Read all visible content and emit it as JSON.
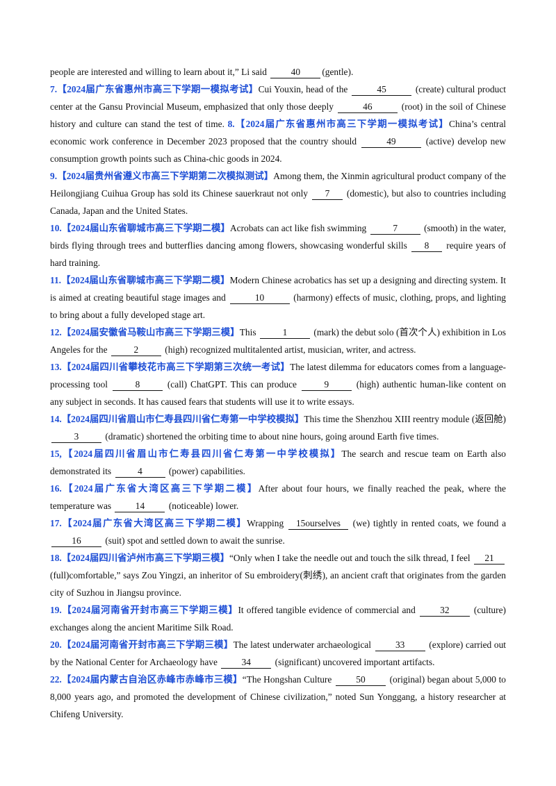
{
  "items": [
    {
      "parts": [
        {
          "t": "text",
          "v": "people are interested and willing to learn about it,” Li said "
        },
        {
          "t": "blank",
          "v": "40",
          "w": "w-m"
        },
        {
          "t": "text",
          "v": "(gentle)."
        }
      ]
    },
    {
      "parts": [
        {
          "t": "num",
          "v": "7."
        },
        {
          "t": "src",
          "v": "【2024届广东省惠州市高三下学期一模拟考试】"
        },
        {
          "t": "text",
          "v": "Cui Youxin, head of the "
        },
        {
          "t": "blank",
          "v": "45",
          "w": "w-l"
        },
        {
          "t": "text",
          "v": " (create) cultural product center at the Gansu Provincial Museum, emphasized that only those deeply "
        },
        {
          "t": "blank",
          "v": "46",
          "w": "w-l"
        },
        {
          "t": "text",
          "v": " (root) in the soil of Chinese history and culture can stand the test of time. "
        },
        {
          "t": "num",
          "v": "8."
        },
        {
          "t": "src",
          "v": "【2024届广东省惠州市高三下学期一模拟考试】"
        },
        {
          "t": "text",
          "v": "China’s central economic work conference in December 2023 proposed that the country should "
        },
        {
          "t": "blank",
          "v": "49",
          "w": "w-l"
        },
        {
          "t": "text",
          "v": " (active) develop new consumption growth points such as China-chic goods in 2024."
        }
      ]
    },
    {
      "parts": [
        {
          "t": "num",
          "v": "9."
        },
        {
          "t": "src",
          "v": "【2024届贵州省遵义市高三下学期第二次模拟测试】"
        },
        {
          "t": "text",
          "v": "Among them, the Xinmin agricultural product company of the Heilongjiang Cuihua Group has sold its Chinese sauerkraut not only "
        },
        {
          "t": "blank",
          "v": "7",
          "w": "w-s"
        },
        {
          "t": "text",
          "v": " (domestic), but also to countries including Canada, Japan and the United States."
        }
      ]
    },
    {
      "parts": [
        {
          "t": "num",
          "v": "10."
        },
        {
          "t": "src",
          "v": "【2024届山东省聊城市高三下学期二模】"
        },
        {
          "t": "text",
          "v": "Acrobats can act like fish swimming "
        },
        {
          "t": "blank",
          "v": "7",
          "w": "w-m"
        },
        {
          "t": "text",
          "v": " (smooth) in the water, birds flying through trees and butterflies dancing among flowers, showcasing wonderful skills "
        },
        {
          "t": "blank",
          "v": "8",
          "w": "w-s"
        },
        {
          "t": "text",
          "v": " require years of hard training."
        }
      ]
    },
    {
      "parts": [
        {
          "t": "num",
          "v": "11."
        },
        {
          "t": "src",
          "v": "【2024届山东省聊城市高三下学期二模】"
        },
        {
          "t": "text",
          "v": "Modern Chinese acrobatics has set up a designing and directing system. It is aimed at creating beautiful stage images and "
        },
        {
          "t": "blank",
          "v": "10",
          "w": "w-l"
        },
        {
          "t": "text",
          "v": " (harmony) effects of music, clothing, props, and lighting to bring about a fully developed stage art."
        }
      ]
    },
    {
      "parts": [
        {
          "t": "num",
          "v": "12."
        },
        {
          "t": "src",
          "v": "【2024届安徽省马鞍山市高三下学期三模】"
        },
        {
          "t": "text",
          "v": "This "
        },
        {
          "t": "blank",
          "v": "1",
          "w": "w-m"
        },
        {
          "t": "text",
          "v": " (mark) the debut solo (首次个人) exhibition in Los Angeles for the "
        },
        {
          "t": "blank",
          "v": "2",
          "w": "w-m"
        },
        {
          "t": "text",
          "v": " (high) recognized multitalented artist, musician, writer, and actress."
        }
      ]
    },
    {
      "parts": [
        {
          "t": "num",
          "v": "13."
        },
        {
          "t": "src",
          "v": "【2024届四川省攀枝花市高三下学期第三次统一考试】"
        },
        {
          "t": "text",
          "v": "The latest dilemma for educators comes from a language-processing tool "
        },
        {
          "t": "blank",
          "v": "8",
          "w": "w-m"
        },
        {
          "t": "text",
          "v": " (call) ChatGPT. This can produce "
        },
        {
          "t": "blank",
          "v": "9",
          "w": "w-m"
        },
        {
          "t": "text",
          "v": " (high) authentic human-like content on any subject in seconds. It has caused fears that students will use it to write essays."
        }
      ]
    },
    {
      "parts": [
        {
          "t": "num",
          "v": "14."
        },
        {
          "t": "src",
          "v": "【2024届四川省眉山市仁寿县四川省仁寿第一中学校模拟】"
        },
        {
          "t": "text",
          "v": "This time the Shenzhou XIII reentry module (返回舱) "
        },
        {
          "t": "blank",
          "v": "3",
          "w": "w-m"
        },
        {
          "t": "text",
          "v": " (dramatic) shortened the orbiting time to about nine hours, going around Earth five times."
        }
      ]
    },
    {
      "parts": [
        {
          "t": "num",
          "v": "15,"
        },
        {
          "t": "src",
          "v": "【2024届四川省眉山市仁寿县四川省仁寿第一中学校模拟】"
        },
        {
          "t": "text",
          "v": "The search and rescue team on Earth also demonstrated its "
        },
        {
          "t": "blank",
          "v": "4",
          "w": "w-m"
        },
        {
          "t": "text",
          "v": " (power) capabilities."
        }
      ]
    },
    {
      "parts": [
        {
          "t": "num",
          "v": "16."
        },
        {
          "t": "src",
          "v": "【2024届广东省大湾区高三下学期二模】"
        },
        {
          "t": "text",
          "v": "After about four hours, we finally reached the peak, where the temperature was "
        },
        {
          "t": "blank",
          "v": "14",
          "w": "w-m"
        },
        {
          "t": "text",
          "v": " (noticeable) lower."
        }
      ]
    },
    {
      "parts": [
        {
          "t": "num",
          "v": "17."
        },
        {
          "t": "src",
          "v": "【2024届广东省大湾区高三下学期二模】"
        },
        {
          "t": "text",
          "v": "Wrapping "
        },
        {
          "t": "blank",
          "v": "15ourselves",
          "w": "w-l"
        },
        {
          "t": "text",
          "v": " (we) tightly in rented coats, we found a "
        },
        {
          "t": "blank",
          "v": "16",
          "w": "w-m"
        },
        {
          "t": "text",
          "v": " (suit) spot and settled down to await the sunrise."
        }
      ]
    },
    {
      "parts": [
        {
          "t": "num",
          "v": "18."
        },
        {
          "t": "src",
          "v": "【2024届四川省泸州市高三下学期三模】"
        },
        {
          "t": "text",
          "v": "“Only when I take the needle out and touch the silk thread, I feel "
        },
        {
          "t": "blank",
          "v": "21",
          "w": "w-s"
        },
        {
          "t": "text",
          "v": "(full)comfortable,” says Zou Yingzi, an inheritor of Su embroidery(刺绣), an ancient craft that originates from the garden city of Suzhou in Jiangsu province."
        }
      ]
    },
    {
      "parts": [
        {
          "t": "num",
          "v": "19."
        },
        {
          "t": "src",
          "v": "【2024届河南省开封市高三下学期三模】"
        },
        {
          "t": "text",
          "v": "It offered tangible evidence of commercial and "
        },
        {
          "t": "blank",
          "v": "32",
          "w": "w-m"
        },
        {
          "t": "text",
          "v": " (culture) exchanges along the ancient Maritime Silk Road."
        }
      ]
    },
    {
      "parts": [
        {
          "t": "num",
          "v": "20."
        },
        {
          "t": "src",
          "v": "【2024届河南省开封市高三下学期三模】"
        },
        {
          "t": "text",
          "v": "The latest underwater archaeological "
        },
        {
          "t": "blank",
          "v": "33",
          "w": "w-m"
        },
        {
          "t": "text",
          "v": " (explore) carried out by the National Center for Archaeology have "
        },
        {
          "t": "blank",
          "v": "34",
          "w": "w-m"
        },
        {
          "t": "text",
          "v": " (significant) uncovered important artifacts."
        }
      ]
    },
    {
      "parts": [
        {
          "t": "num",
          "v": "22."
        },
        {
          "t": "src",
          "v": "【2024届内蒙古自治区赤峰市赤峰市三模】"
        },
        {
          "t": "text",
          "v": "“The Hongshan Culture "
        },
        {
          "t": "blank",
          "v": "50",
          "w": "w-m"
        },
        {
          "t": "text",
          "v": " (original) began about 5,000 to 8,000 years ago, and promoted the development of Chinese civilization,” noted Sun Yonggang, a history researcher at Chifeng University."
        }
      ]
    }
  ]
}
